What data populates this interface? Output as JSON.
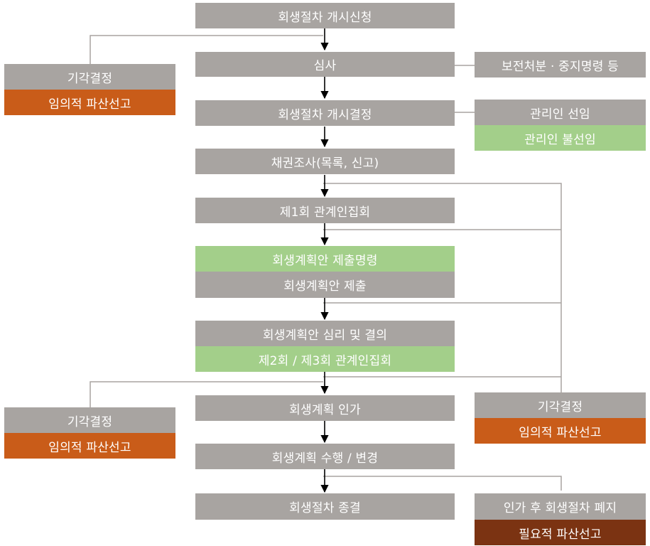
{
  "colors": {
    "main_step": "#a8a4a1",
    "court_order": "#a3cf8a",
    "bankruptcy": "#c95c19",
    "mandatory_bankruptcy": "#7b3312",
    "connector": "#a8a4a1",
    "arrow": "#000000"
  },
  "main_flow": {
    "application": "회생절차 개시신청",
    "review": "심사",
    "commencement_decision": "회생절차 개시결정",
    "claims_investigation": "채권조사(목록, 신고)",
    "first_meeting": "제1회 관계인집회",
    "plan_submission_order": "회생계획안 제출명령",
    "plan_submission": "회생계획안 제출",
    "plan_deliberation": "회생계획안 심리 및 결의",
    "second_third_meeting": "제2회 / 제3회 관계인집회",
    "plan_approval": "회생계획 인가",
    "plan_execution": "회생계획 수행 / 변경",
    "termination": "회생절차 종결"
  },
  "side": {
    "preservation": "보전처분 · 중지명령 등",
    "administrator_appointment": "관리인 선임",
    "administrator_non_appointment": "관리인 불선임",
    "dismissal_top_left": "기각결정",
    "bankruptcy_top_left": "임의적 파산선고",
    "dismissal_bottom_left": "기각결정",
    "bankruptcy_bottom_left": "임의적 파산선고",
    "dismissal_right": "기각결정",
    "bankruptcy_right": "임의적 파산선고",
    "abolition_after_approval": "인가 후 회생절차 폐지",
    "mandatory_bankruptcy": "필요적 파산선고"
  }
}
